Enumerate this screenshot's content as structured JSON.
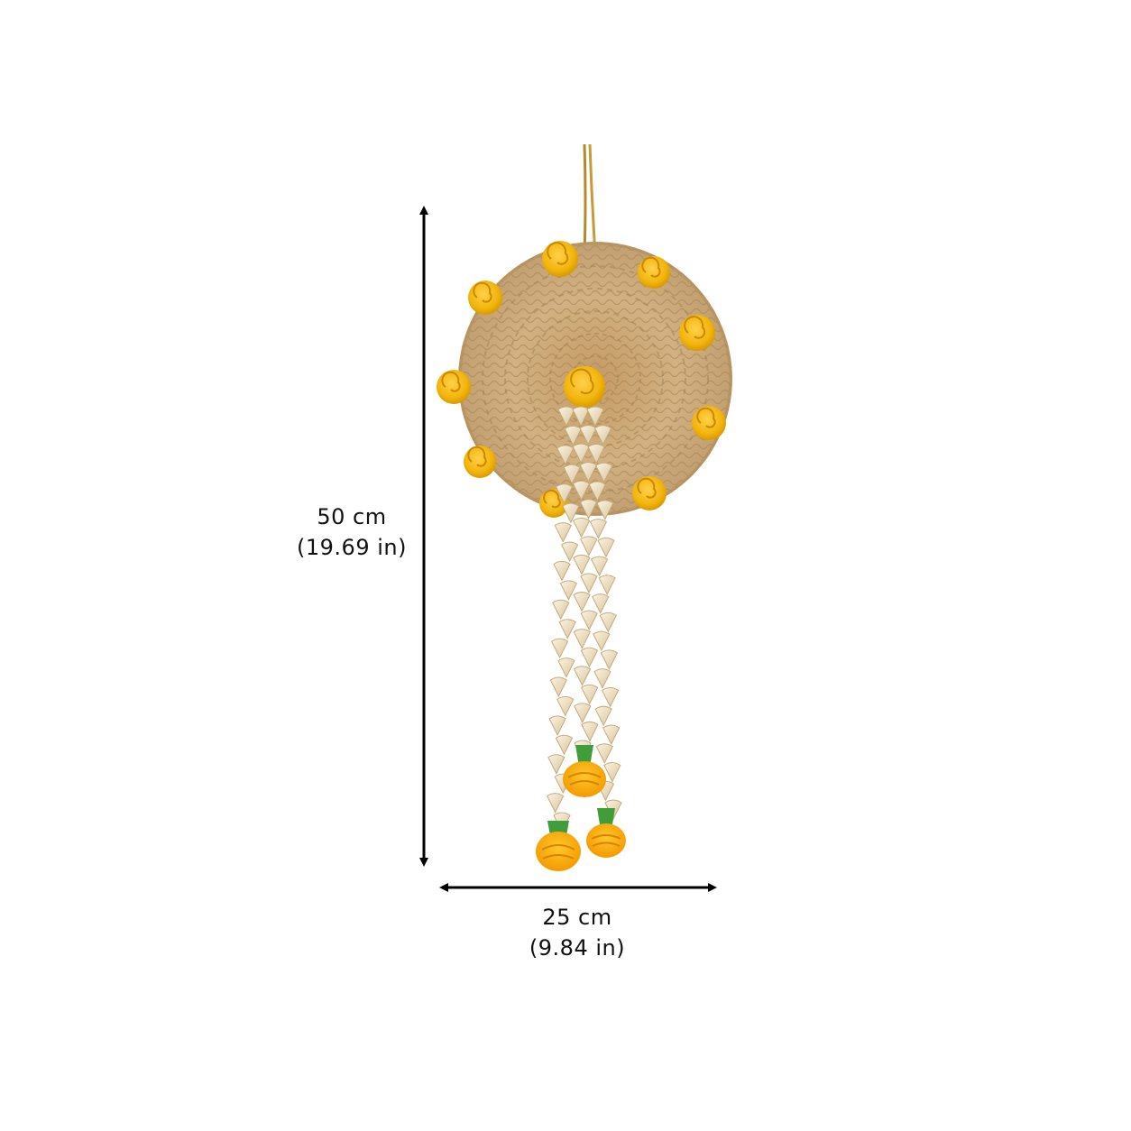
{
  "dimensions": {
    "height": {
      "metric": "50 cm",
      "imperial": "(19.69 in)"
    },
    "width": {
      "metric": "25 cm",
      "imperial": "(9.84 in)"
    }
  },
  "colors": {
    "background": "#ffffff",
    "arrow": "#000000",
    "straw": "#c9a877",
    "straw_dark": "#a78555",
    "flower": "#f2b50c",
    "flower_dark": "#c98a00",
    "bead": "#efe2c8",
    "leaf": "#3f9d3a"
  }
}
